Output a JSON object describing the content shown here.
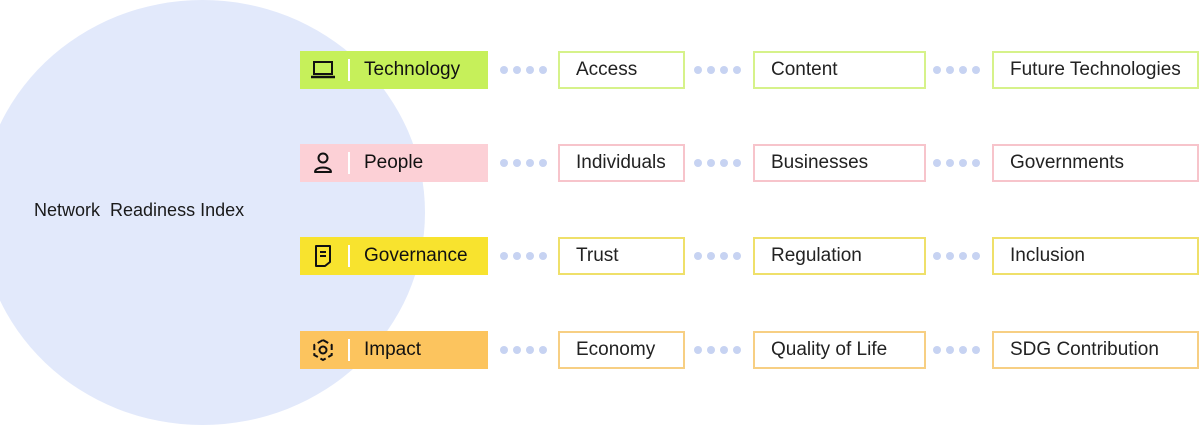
{
  "center": {
    "label": "Network  Readiness Index",
    "color": "#e2e9fb"
  },
  "connector_color": "#c7d3f2",
  "rows": [
    {
      "pillar": "Technology",
      "icon": "laptop-icon",
      "fill": "#c6f05a",
      "border": "#d6f28a",
      "items": [
        "Access",
        "Content",
        "Future Technologies"
      ]
    },
    {
      "pillar": "People",
      "icon": "person-icon",
      "fill": "#fcd0d6",
      "border": "#f7c4cb",
      "items": [
        "Individuals",
        "Businesses",
        "Governments"
      ]
    },
    {
      "pillar": "Governance",
      "icon": "document-icon",
      "fill": "#f8e32e",
      "border": "#efe06a",
      "items": [
        "Trust",
        "Regulation",
        "Inclusion"
      ]
    },
    {
      "pillar": "Impact",
      "icon": "target-icon",
      "fill": "#fcc45e",
      "border": "#f7cf83",
      "items": [
        "Economy",
        "Quality of Life",
        "SDG Contribution"
      ]
    }
  ]
}
